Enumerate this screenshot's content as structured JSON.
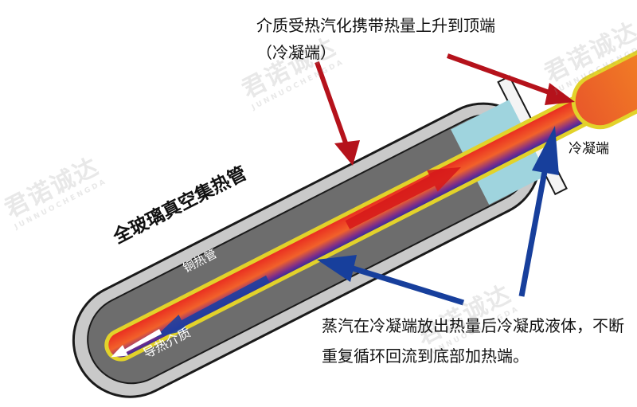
{
  "title": "全玻璃真空集热管",
  "labels": {
    "copper_tube": "铜热管",
    "heat_medium": "导热介质",
    "condenser_end": "冷凝端"
  },
  "annotations": {
    "top": "介质受热汽化携带热量上升到顶端（冷凝端）",
    "bottom": "蒸汽在冷凝端放出热量后冷凝成液体，不断重复循环回流到底部加热端。"
  },
  "watermark": {
    "brand_cn": "君诺诚达",
    "brand_en": "JUNNUOCHENGDA"
  },
  "colors": {
    "outer_glass": "#c8c8c8",
    "inner_fill": "#6b6b6b",
    "heat_pipe_border": "#e2d22a",
    "hot_vapor": "#e8261f",
    "cold_liquid": "#1c2f9a",
    "condenser": "#f07c1e",
    "insulation": "#9fd4de",
    "arrow_red": "#b5121b",
    "arrow_blue": "#173f9c"
  }
}
